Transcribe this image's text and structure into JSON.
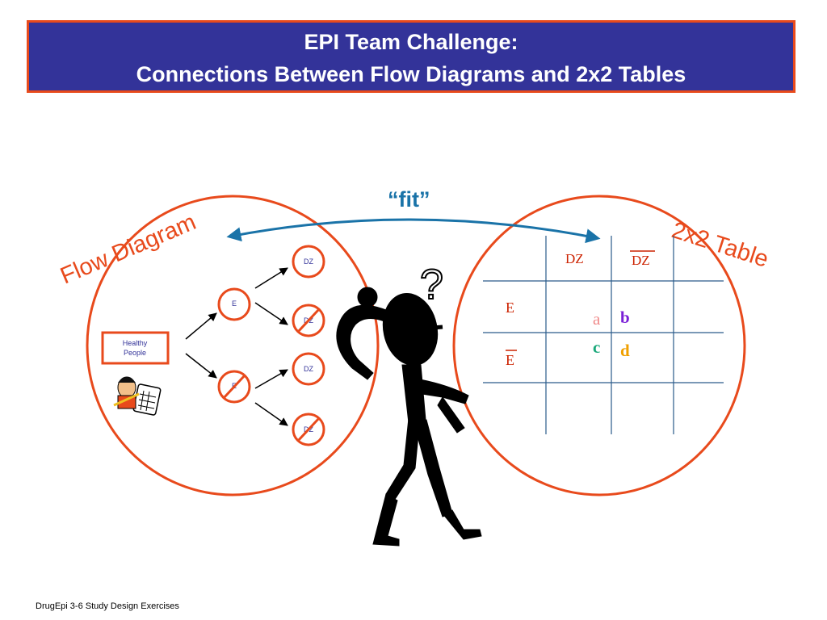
{
  "header": {
    "title_line1": "EPI Team Challenge:",
    "title_line2": "Connections Between Flow Diagrams and 2x2 Tables"
  },
  "fit_label": "“fit”",
  "flow_diagram": {
    "label": "Flow Diagram",
    "start_box": {
      "line1": "Healthy",
      "line2": "People"
    },
    "exposure_nodes": [
      "E",
      "E"
    ],
    "outcome_nodes": [
      "DZ",
      "DZ",
      "DZ",
      "DZ"
    ]
  },
  "table": {
    "label": "2x2 Table",
    "col_headers": [
      "DZ",
      "DZ"
    ],
    "row_headers": [
      "E",
      "E"
    ],
    "cells": {
      "a": {
        "text": "a",
        "color": "#f08a8a"
      },
      "b": {
        "text": "b",
        "color": "#7a1fd6"
      },
      "c": {
        "text": "c",
        "color": "#1aa87a"
      },
      "d": {
        "text": "d",
        "color": "#f0a000"
      }
    }
  },
  "footer": {
    "text": "DrugEpi 3-6  Study Design Exercises"
  },
  "colors": {
    "title_bg": "#333399",
    "accent_red": "#e84a1c",
    "node_text": "#333399",
    "table_lines": "#2a5b8a",
    "fit_blue": "#1a73a8"
  },
  "icons": {
    "thinking_figure": "thinking-figure-icon",
    "question_mark": "question-mark-icon",
    "calculator_person": "person-with-calculator-icon"
  }
}
